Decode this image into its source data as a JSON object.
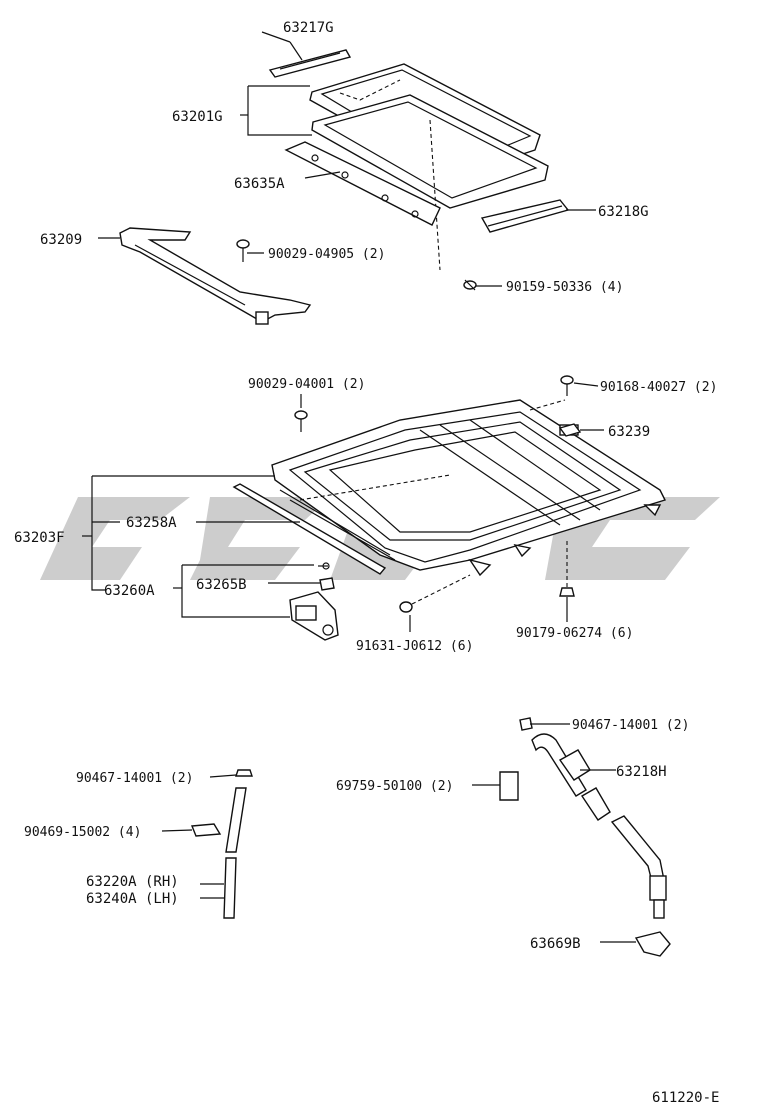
{
  "diagram_id": "611220-E",
  "watermark": {
    "color": "#c8c8c8"
  },
  "labels": {
    "p63217G": "63217G",
    "p63201G": "63201G",
    "p63635A": "63635A",
    "p63218G": "63218G",
    "p63209": "63209",
    "p90029_04905": "90029-04905 (2)",
    "p90159_50336": "90159-50336 (4)",
    "p90029_04001": "90029-04001 (2)",
    "p90168_40027": "90168-40027 (2)",
    "p63239": "63239",
    "p63203F": "63203F",
    "p63258A": "63258A",
    "p63260A": "63260A",
    "p63265B": "63265B",
    "p91631_J0612": "91631-J0612 (6)",
    "p90179_06274": "90179-06274 (6)",
    "p90467_14001_r": "90467-14001 (2)",
    "p63218H": "63218H",
    "p69759_50100": "69759-50100 (2)",
    "p90467_14001_l": "90467-14001 (2)",
    "p90469_15002": "90469-15002 (4)",
    "p63220A": "63220A (RH)",
    "p63240A": "63240A (LH)",
    "p63669B": "63669B"
  }
}
